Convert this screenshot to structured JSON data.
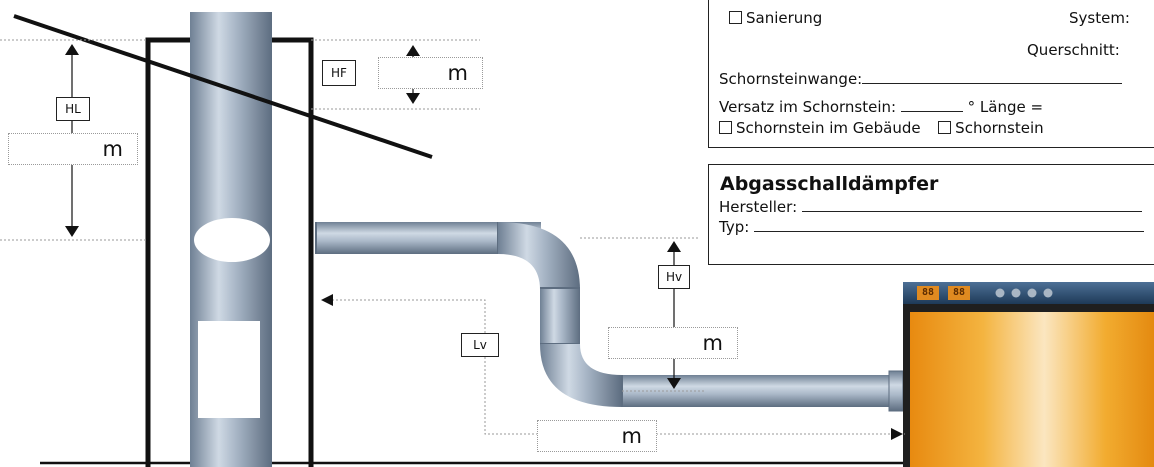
{
  "labels": {
    "hl": "HL",
    "hf": "HF",
    "hv": "Hv",
    "lv": "Lv"
  },
  "units": {
    "hl_unit": "m",
    "hf_unit": "m",
    "hv_unit": "m",
    "lv_unit": "m"
  },
  "form_top": {
    "sanierung": "Sanierung",
    "system": "System:",
    "querschnitt": "Querschnitt:",
    "schornsteinwange": "Schornsteinwange:",
    "versatz_prefix": "Versatz im Schornstein:",
    "versatz_suffix": "° Länge =",
    "schornstein_gebaeude": "Schornstein im Gebäude",
    "schornstein_other": "Schornstein"
  },
  "form_bottom": {
    "title": "Abgasschalldämpfer",
    "hersteller": "Hersteller:",
    "typ": "Typ:"
  },
  "boiler": {
    "display_1": "88",
    "display_2": "88"
  },
  "colors": {
    "pipe": "#aab8c8",
    "pipe_dark": "#6f8094",
    "boiler_orange": "#f0a020",
    "boiler_light": "#fbe6c0",
    "panel_blue": "#2c4f72"
  }
}
